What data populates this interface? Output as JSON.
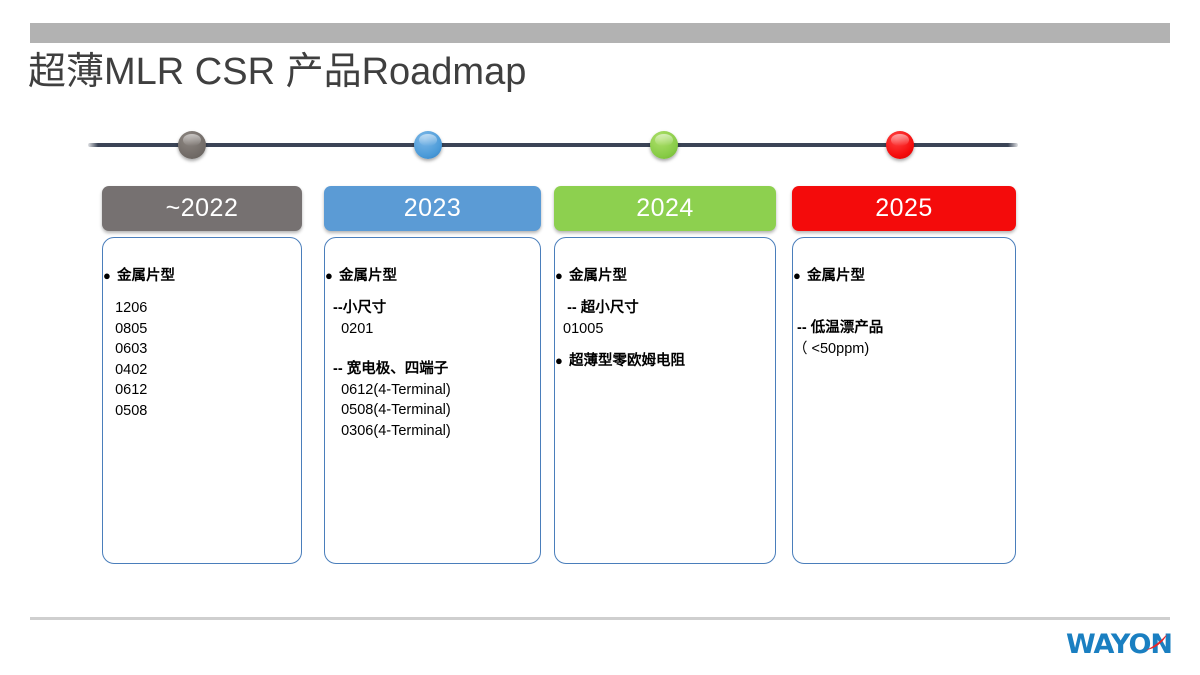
{
  "slide": {
    "title": "超薄MLR CSR 产品Roadmap",
    "top_bar_color": "#b2b2b2",
    "footer_rule_color": "#cfcfcf"
  },
  "timeline": {
    "line_color": "#3b4456",
    "markers": [
      {
        "name": "marker-2022",
        "color": "#6f6965"
      },
      {
        "name": "marker-2023",
        "color": "#4a9ad8"
      },
      {
        "name": "marker-2024",
        "color": "#87cb46"
      },
      {
        "name": "marker-2025",
        "color": "#f40b0b"
      }
    ]
  },
  "columns": [
    {
      "year": "~2022",
      "header_color": "#767171",
      "blocks": [
        {
          "type": "bullet",
          "marker": "●",
          "text": "金属片型"
        },
        {
          "type": "spacer-sm"
        },
        {
          "type": "lines",
          "bold": false,
          "lines": "   1206\n   0805\n   0603\n   0402\n   0612\n   0508"
        }
      ]
    },
    {
      "year": "2023",
      "header_color": "#5b9bd5",
      "blocks": [
        {
          "type": "bullet",
          "marker": "●",
          "text": "金属片型"
        },
        {
          "type": "spacer-sm"
        },
        {
          "type": "lines",
          "bold": true,
          "lines": "  --小尺寸"
        },
        {
          "type": "lines",
          "bold": false,
          "lines": "    0201"
        },
        {
          "type": "spacer-md"
        },
        {
          "type": "lines",
          "bold": true,
          "lines": "  -- 宽电极、四端子"
        },
        {
          "type": "lines",
          "bold": false,
          "lines": "    0612(4-Terminal)\n    0508(4-Terminal)\n    0306(4-Terminal)"
        }
      ]
    },
    {
      "year": "2024",
      "header_color": "#8dd04f",
      "blocks": [
        {
          "type": "bullet",
          "marker": "●",
          "text": "金属片型"
        },
        {
          "type": "spacer-sm"
        },
        {
          "type": "lines",
          "bold": true,
          "lines": "   -- 超小尺寸"
        },
        {
          "type": "lines",
          "bold": false,
          "lines": "  01005"
        },
        {
          "type": "spacer-sm"
        },
        {
          "type": "bullet",
          "marker": "●",
          "text": "超薄型零欧姆电阻"
        }
      ]
    },
    {
      "year": "2025",
      "header_color": "#f40b0b",
      "blocks": [
        {
          "type": "bullet",
          "marker": "●",
          "text": "金属片型"
        },
        {
          "type": "spacer-md"
        },
        {
          "type": "spacer-sm"
        },
        {
          "type": "lines",
          "bold": true,
          "lines": " -- 低温漂产品"
        },
        {
          "type": "lines",
          "bold": false,
          "lines": "（ <50ppm)"
        }
      ]
    }
  ],
  "logo": {
    "text": "WAYON",
    "color": "#1a7fc1",
    "accent_color": "#e8262a"
  }
}
